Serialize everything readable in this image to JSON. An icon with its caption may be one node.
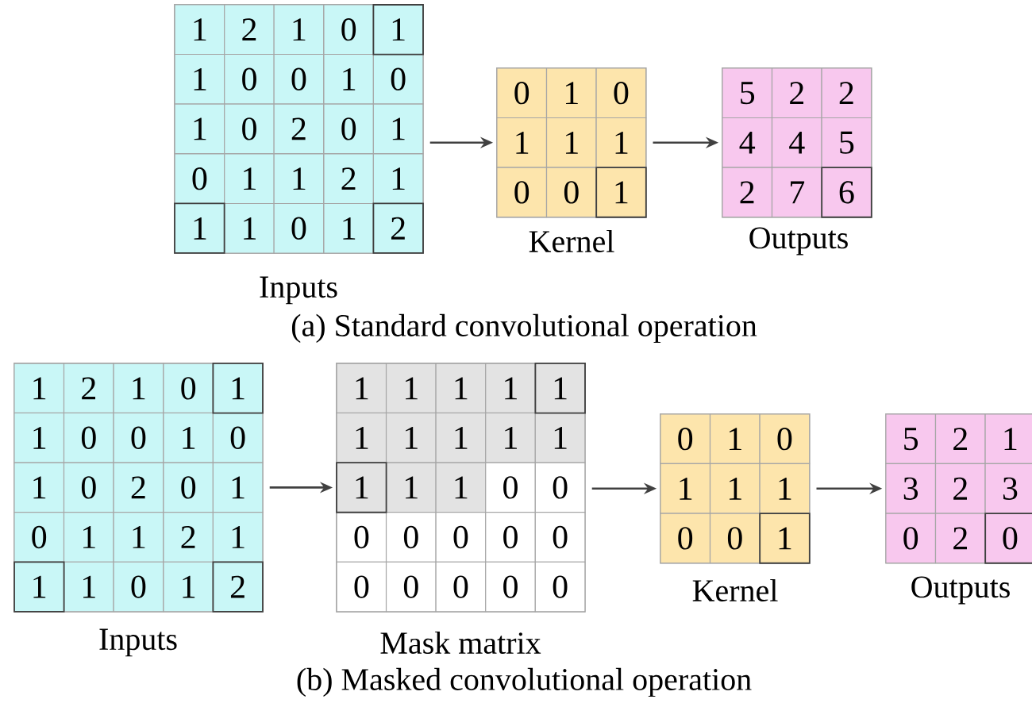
{
  "diagram": {
    "nodes": [
      {
        "text": [
          "1",
          "2",
          "1",
          "0",
          "1",
          "1",
          "0",
          "0",
          "1",
          "0",
          "1",
          "0",
          "2",
          "0",
          "1",
          "0",
          "1",
          "1",
          "2",
          "1",
          "1",
          "1",
          "0",
          "1",
          "2"
        ],
        "beside": [
          "Inputs"
        ]
      },
      {
        "text": [
          "0",
          "1",
          "0",
          "1",
          "1",
          "1",
          "0",
          "0",
          "1"
        ],
        "beside": [
          "Kernel"
        ]
      },
      {
        "text": [
          "5",
          "2",
          "2",
          "4",
          "4",
          "5",
          "2",
          "7",
          "6"
        ],
        "beside": [
          "Outputs"
        ]
      },
      {
        "text": [
          "1",
          "2",
          "1",
          "0",
          "1",
          "1",
          "0",
          "0",
          "1",
          "0",
          "1",
          "0",
          "2",
          "0",
          "1",
          "0",
          "1",
          "1",
          "2",
          "1",
          "1",
          "1",
          "0",
          "1",
          "2"
        ],
        "beside": [
          "Inputs"
        ]
      },
      {
        "text": [
          "1",
          "1",
          "1",
          "1",
          "1",
          "1",
          "1",
          "1",
          "1",
          "1",
          "1",
          "1",
          "1",
          "0",
          "0",
          "0",
          "0",
          "0",
          "0",
          "0",
          "0",
          "0",
          "0",
          "0",
          "0"
        ],
        "beside": [
          "Mask matrix"
        ]
      },
      {
        "text": [
          "0",
          "1",
          "0",
          "1",
          "1",
          "1",
          "0",
          "0",
          "1"
        ],
        "beside": [
          "Kernel"
        ]
      },
      {
        "text": [
          "5",
          "2",
          "1",
          "3",
          "2",
          "3",
          "0",
          "2",
          "0"
        ],
        "beside": [
          "Outputs"
        ]
      }
    ],
    "edges": [
      {
        "from": 0,
        "to": 1,
        "arrow": "to"
      },
      {
        "from": 1,
        "to": 2,
        "arrow": "to"
      },
      {
        "from": 3,
        "to": 4,
        "arrow": "to"
      },
      {
        "from": 4,
        "to": 5,
        "arrow": "to"
      },
      {
        "from": 5,
        "to": 6,
        "arrow": "to"
      }
    ],
    "labels": [
      "(a) Standard convolutional operation",
      "(b) Masked convolutional operation"
    ]
  }
}
